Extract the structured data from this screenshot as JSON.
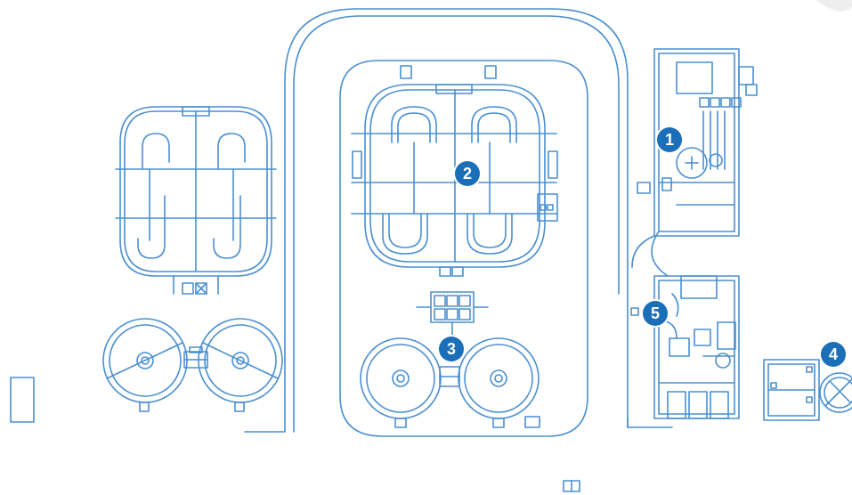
{
  "colors": {
    "line": "#4a8fd0",
    "marker_fill": "#1a6fb8",
    "background": "#ffffff"
  },
  "markers": [
    {
      "id": "1",
      "label": "1"
    },
    {
      "id": "2",
      "label": "2"
    },
    {
      "id": "3",
      "label": "3"
    },
    {
      "id": "4",
      "label": "4"
    },
    {
      "id": "5",
      "label": "5"
    }
  ]
}
